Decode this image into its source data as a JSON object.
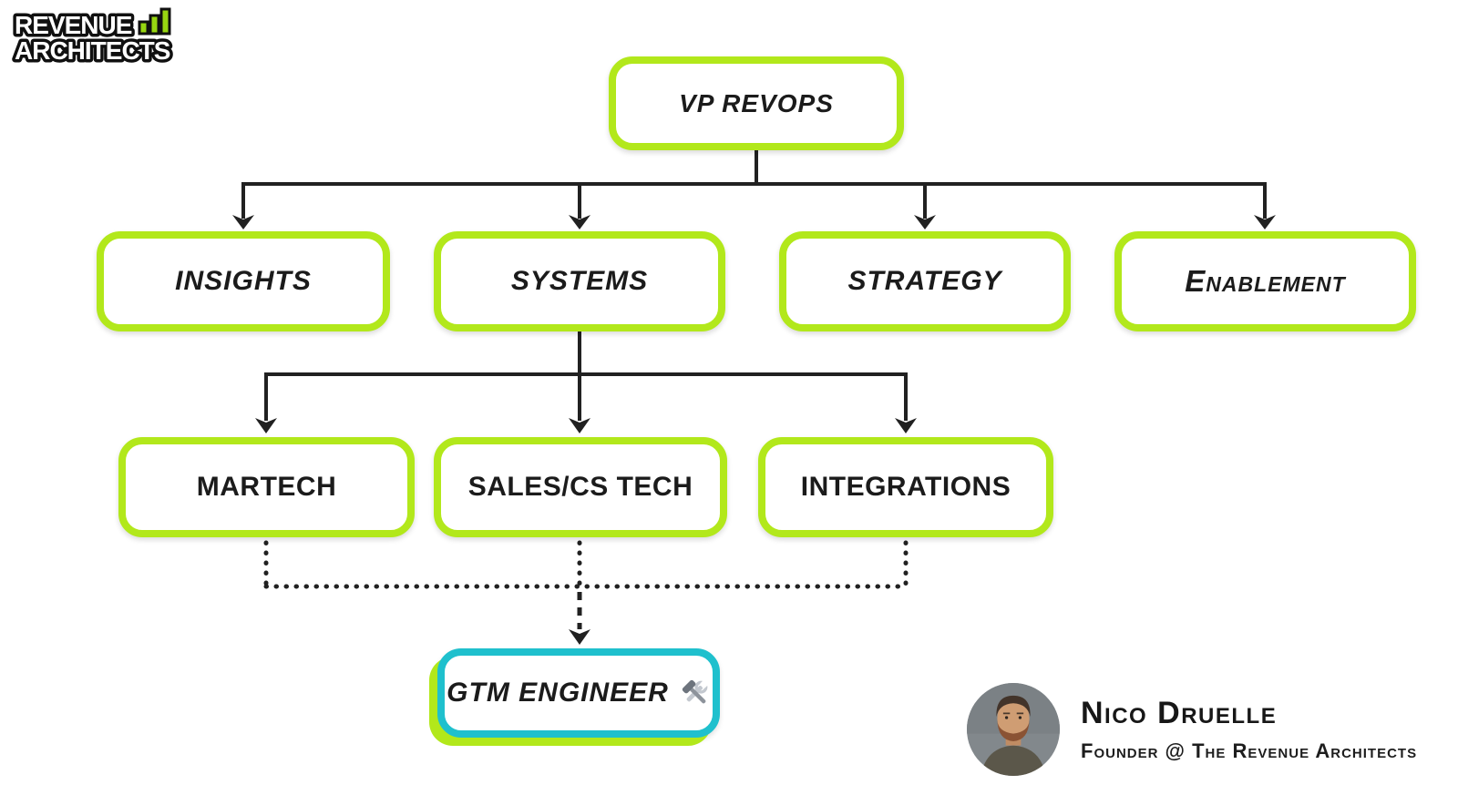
{
  "logo": {
    "line1": "REVENUE",
    "line2": "ARCHITECTS",
    "icon": "bar-chart"
  },
  "org": {
    "nodes": {
      "vp": {
        "label": "VP REVOPS"
      },
      "insights": {
        "label": "INSIGHTS"
      },
      "systems": {
        "label": "SYSTEMS"
      },
      "strategy": {
        "label": "STRATEGY"
      },
      "enablement": {
        "label": "Enablement"
      },
      "martech": {
        "label": "MARTECH"
      },
      "sales_cs": {
        "label": "SALES/CS TECH"
      },
      "integrations": {
        "label": "INTEGRATIONS"
      },
      "gtm": {
        "label": "GTM ENGINEER",
        "icon": "hammer-wrench",
        "emoji": "🛠️"
      }
    },
    "edges": [
      {
        "from": "vp",
        "to": "insights",
        "style": "solid"
      },
      {
        "from": "vp",
        "to": "systems",
        "style": "solid"
      },
      {
        "from": "vp",
        "to": "strategy",
        "style": "solid"
      },
      {
        "from": "vp",
        "to": "enablement",
        "style": "solid"
      },
      {
        "from": "systems",
        "to": "martech",
        "style": "solid"
      },
      {
        "from": "systems",
        "to": "sales_cs",
        "style": "solid"
      },
      {
        "from": "systems",
        "to": "integrations",
        "style": "solid"
      },
      {
        "from": "martech",
        "to": "gtm",
        "style": "dotted"
      },
      {
        "from": "sales_cs",
        "to": "gtm",
        "style": "dotted"
      },
      {
        "from": "integrations",
        "to": "gtm",
        "style": "dotted"
      }
    ]
  },
  "attribution": {
    "name": "Nico Druelle",
    "title": "Founder @ The Revenue Architects"
  },
  "colors": {
    "node_green": "#b2e81b",
    "gtm_cyan": "#1fc0cd",
    "ink": "#212121",
    "logo_bar_green": "#97d611"
  }
}
